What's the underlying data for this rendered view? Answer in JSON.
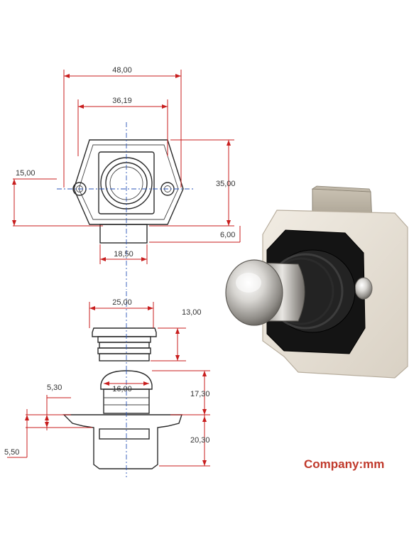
{
  "dimensions": {
    "top_width_overall": "48,00",
    "top_width_inner": "36,19",
    "left_height": "15,00",
    "right_height": "35,00",
    "base_offset": "6,00",
    "stem_width": "18,50",
    "cap_width": "25,00",
    "cap_height": "13,00",
    "button_width": "16,00",
    "left_small_a": "5,30",
    "right_upper": "17,30",
    "right_lower": "20,30",
    "left_small_b": "5,50"
  },
  "unit_label": "Company:mm",
  "colors": {
    "dimension_line": "#c81e1e",
    "center_line": "#2b56b8",
    "unit_label": "#c0392b",
    "outline": "#2a2a2a"
  }
}
